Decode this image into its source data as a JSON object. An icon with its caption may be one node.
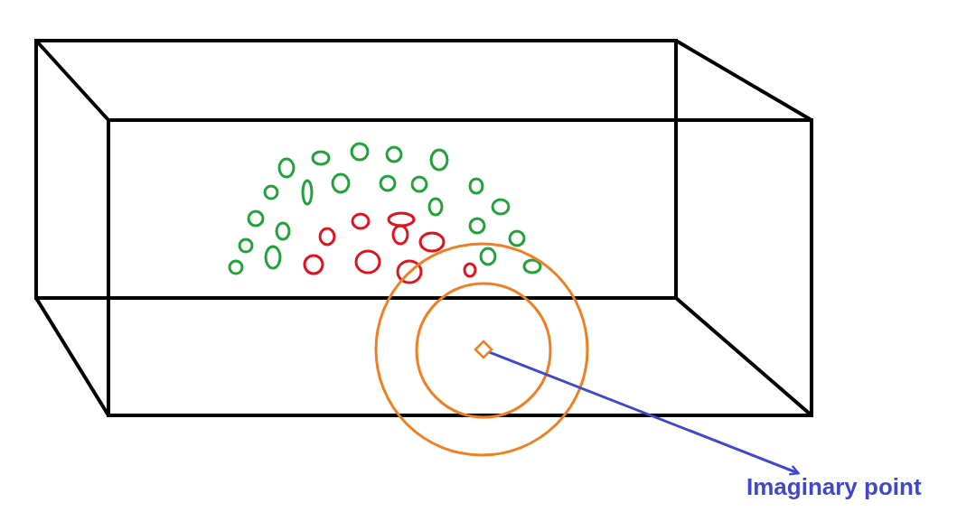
{
  "diagram": {
    "nodes": [
      {
        "text": [],
        "shape": "diamond"
      },
      {
        "text": [
          "Imaginary point"
        ]
      }
    ],
    "edges": [
      {
        "from": 0,
        "to": 1,
        "arrow": "to"
      }
    ]
  }
}
